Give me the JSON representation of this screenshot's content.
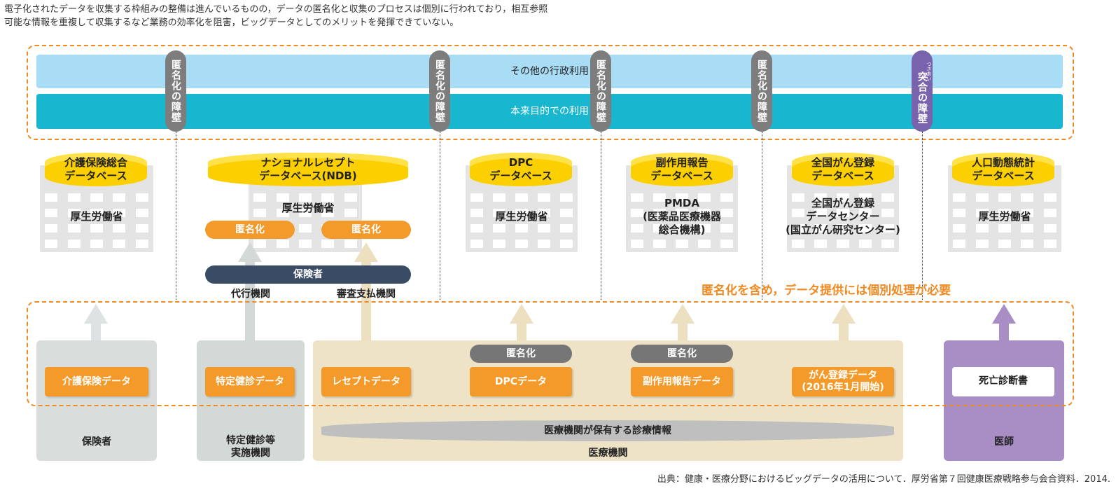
{
  "intro_text": "電子化されたデータを収集する枠組みの整備は進んでいるものの，データの匿名化と収集のプロセスは個別に行われており，相互参照\n可能な情報を重複して収集するなど業務の効率化を阻害，ビッグデータとしてのメリットを発揮できていない。",
  "top_bands": {
    "other_admin_use": "その他の行政利用",
    "original_purpose_use": "本来目的での利用"
  },
  "walls": {
    "anonymization_wall": "匿名化の障壁",
    "matching_wall": "突合の障壁",
    "matching_ruby": "つきあい"
  },
  "databases": [
    {
      "name": "介護保険総合\nデータベース",
      "org": "厚生労働省"
    },
    {
      "name": "ナショナルレセプト\nデータベース(NDB)",
      "org": "厚生労働省"
    },
    {
      "name": "DPC\nデータベース",
      "org": "厚生労働省"
    },
    {
      "name": "副作用報告\nデータベース",
      "org": "PMDA\n(医薬品医療機器\n総合機構)"
    },
    {
      "name": "全国がん登録\nデータベース",
      "org": "全国がん登録\nデータセンター\n(国立がん研究センター)"
    },
    {
      "name": "人口動態統計\nデータベース",
      "org": "厚生労働省"
    }
  ],
  "ndb_flow": {
    "anon_left": "匿名化",
    "anon_right": "匿名化",
    "insurer": "保険者",
    "agent_org": "代行機関",
    "review_org": "審査支払機関"
  },
  "note_individual_processing": "匿名化を含め，データ提供には個別処理が必要",
  "panels": {
    "insurer": {
      "title": "保険者",
      "data": "介護保険データ"
    },
    "checkup": {
      "title": "特定健診等\n実施機関",
      "data": "特定健診データ"
    },
    "medical": {
      "title": "医療機関",
      "held_info": "医療機関が保有する診療情報",
      "receipt": "レセプトデータ",
      "dpc": "DPCデータ",
      "dpc_anon": "匿名化",
      "adverse": "副作用報告データ",
      "adverse_anon": "匿名化",
      "cancer": "がん登録データ\n(2016年1月開始)"
    },
    "doctor": {
      "title": "医師",
      "data": "死亡診断書"
    }
  },
  "source": "出典：健康・医療分野におけるビッグデータの活用について．厚労省第７回健康医療戦略参与会合資料．2014.",
  "colors": {
    "dashed_orange": "#f08a24",
    "band_light_blue": "#a9dcf5",
    "band_teal": "#19b7cf",
    "wall_gray": "#7d7d7d",
    "wall_purple": "#7a63ad",
    "cylinder_yellow": "#fcd000",
    "data_orange": "#f39a2b",
    "insurer_navy": "#3a4b66",
    "panel_gray": "#d9dedd",
    "panel_beige": "#eee3c6",
    "panel_purple": "#a98ec6"
  }
}
